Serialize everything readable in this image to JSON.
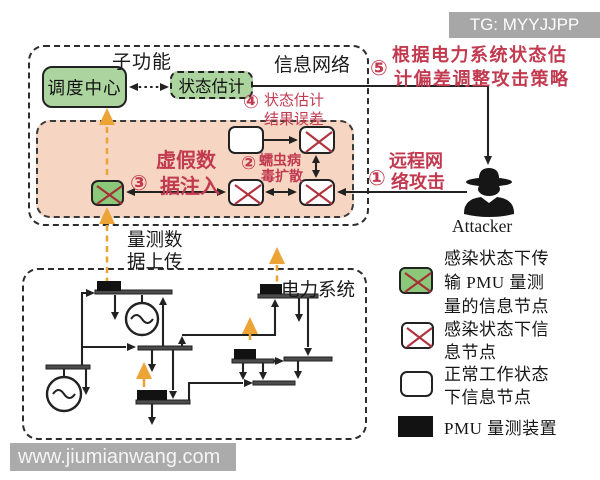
{
  "watermarks": {
    "top": "TG: MYYJJPP",
    "bottom": "www.jiumianwang.com"
  },
  "info_network": {
    "label": "信息网络",
    "sub_function_label": "子功能",
    "dispatch_center_label": "调度中心",
    "state_estimation_label": "状态估计"
  },
  "attack_zone": {
    "false_data_injection": {
      "num": "③",
      "line1": "虚假数",
      "line2": "据注入"
    },
    "worm_spread": {
      "num": "②",
      "line1": "蠕虫病",
      "line2": "毒扩散"
    }
  },
  "annotations": {
    "step4": {
      "num": "④",
      "line1": "状态估计",
      "line2": "结果误差"
    },
    "step5": {
      "num": "⑤",
      "line1": "根据电力系统状态估",
      "line2": "计偏差调整攻击策略"
    },
    "step1": {
      "num": "①",
      "line1": "远程网",
      "line2": "络攻击"
    },
    "upload": {
      "line1": "量测数",
      "line2": "据上传"
    }
  },
  "power_system": {
    "label": "电力系统"
  },
  "attacker": {
    "label": "Attacker"
  },
  "legend": {
    "items": [
      {
        "key": "infected-pmu-node",
        "lines": [
          "感染状态下传",
          "输 PMU 量测",
          "量的信息节点"
        ]
      },
      {
        "key": "infected-node",
        "lines": [
          "感染状态下信",
          "息节点"
        ]
      },
      {
        "key": "normal-node",
        "lines": [
          "正常工作状态",
          "下信息节点"
        ]
      },
      {
        "key": "pmu-device",
        "lines": [
          "PMU 量测装置"
        ]
      }
    ]
  },
  "colors": {
    "green_fill": "#abd49e",
    "green_node": "#8bc87a",
    "pink_fill": "#f6d6c2",
    "red_accent": "#c23a50",
    "orange_accent": "#eda437",
    "watermark_gray": "#a7a7a7"
  }
}
